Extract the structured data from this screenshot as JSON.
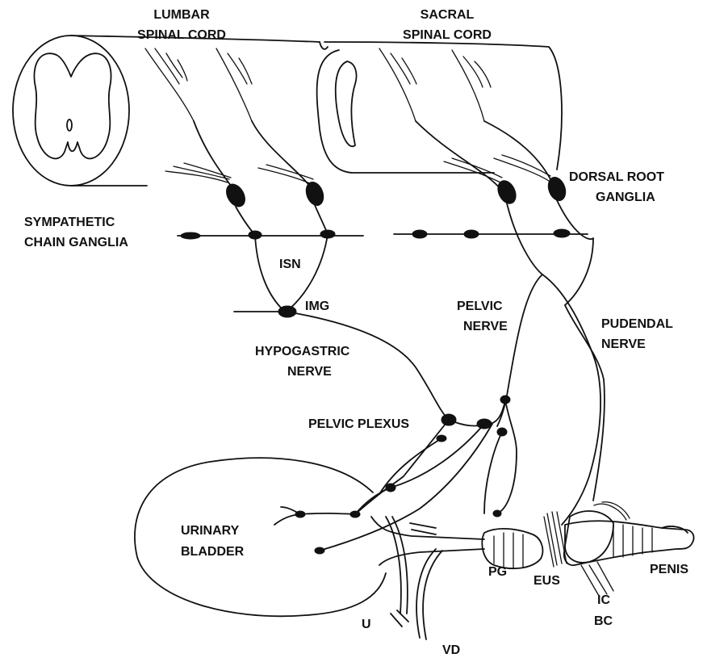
{
  "labels": {
    "lumbar_1": "LUMBAR",
    "lumbar_2": "SPINAL CORD",
    "sacral_1": "SACRAL",
    "sacral_2": "SPINAL CORD",
    "drg_1": "DORSAL ROOT",
    "drg_2": "GANGLIA",
    "chain_1": "SYMPATHETIC",
    "chain_2": "CHAIN GANGLIA",
    "isn": "ISN",
    "img": "IMG",
    "pelvic_nerve_1": "PELVIC",
    "pelvic_nerve_2": "NERVE",
    "pudendal_1": "PUDENDAL",
    "pudendal_2": "NERVE",
    "hypogastric_1": "HYPOGASTRIC",
    "hypogastric_2": "NERVE",
    "pelvic_plexus": "PELVIC PLEXUS",
    "bladder_1": "URINARY",
    "bladder_2": "BLADDER",
    "pg": "PG",
    "eus": "EUS",
    "penis": "PENIS",
    "ic": "IC",
    "bc": "BC",
    "u": "U",
    "vd": "VD"
  },
  "colors": {
    "ink": "#111111",
    "background": "#ffffff"
  }
}
